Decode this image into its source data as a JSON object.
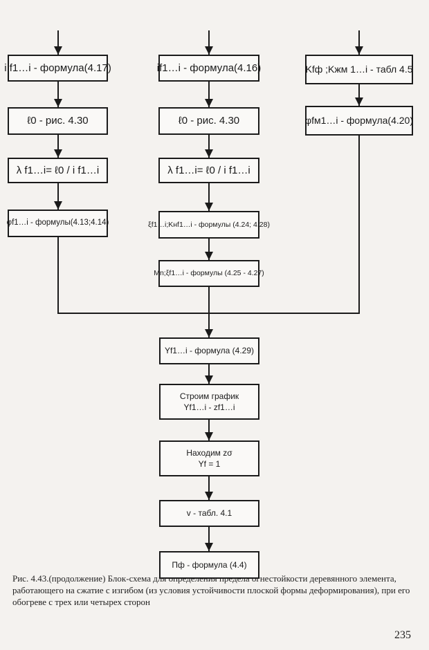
{
  "flow": {
    "c1": {
      "b1": "i f1…i - формула(4.17)",
      "b2": "ℓ0 - рис. 4.30",
      "b3": "λ f1…i= ℓ0 / i f1…i",
      "b4": "φf1…i - формулы(4.13;4.14)"
    },
    "c2": {
      "b1": "if1…i - формула(4.16)",
      "b2": "ℓ0 - рис. 4.30",
      "b3": "λ f1…i= ℓ0 / i f1…i",
      "b4": "ξf1…i;Kнf1…i - формулы (4.24; 4.28)",
      "b5": "Mn;ξf1…i - формулы (4.25 - 4.27)"
    },
    "c3": {
      "b1": "Kfф ;Kжм 1…i - табл 4.5",
      "b2": "φfм1…i - формула(4.20)"
    },
    "m": {
      "b1": "Yf1…i - формула (4.29)",
      "b2_line1": "Строим график",
      "b2_line2": "Yf1…i - zf1…i",
      "b3_line1": "Находим zσ",
      "b3_line2": "Yf = 1",
      "b4": "v - табл. 4.1",
      "b5": "Пф - формула (4.4)"
    }
  },
  "caption": "Рис. 4.43.(продолжение) Блок-схема для определения предела огнестойкости деревянного элемента, работающего на сжатие с изгибом (из условия устойчивости плоской формы деформирования), при его обогреве с трех или четырех сторон",
  "page_number": "235"
}
